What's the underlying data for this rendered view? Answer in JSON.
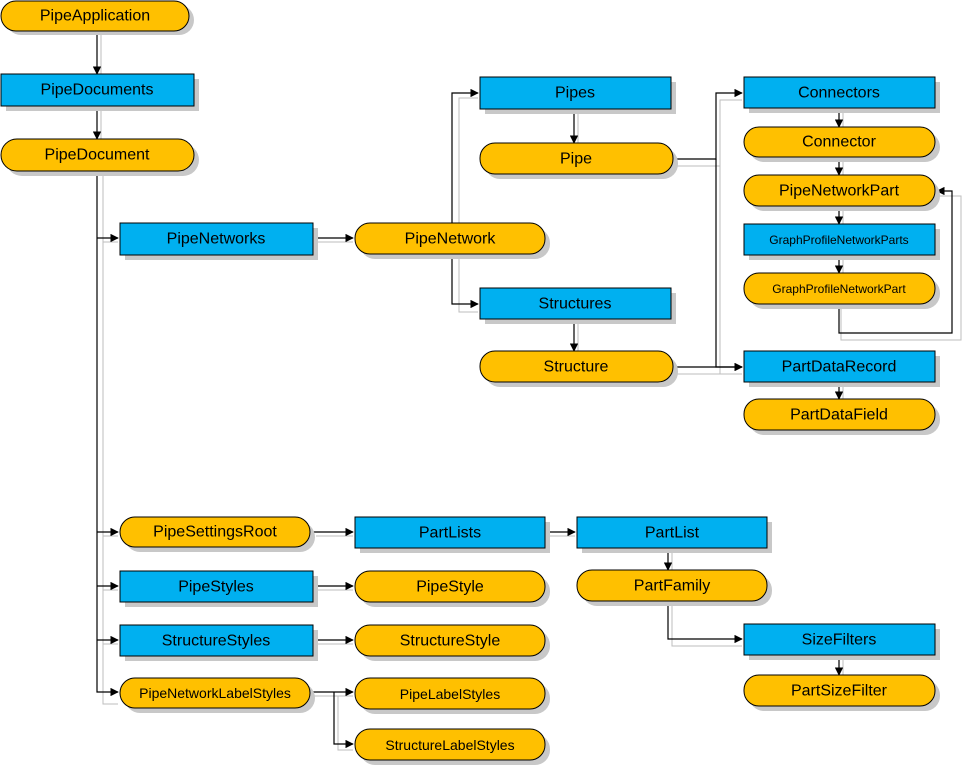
{
  "colors": {
    "collection": "#00b0f0",
    "object": "#ffc000",
    "border": "#000000",
    "shadow": "#c8c8c8",
    "connector": "#000000",
    "connector_shadow": "#bdbdbd"
  },
  "nodes": {
    "pipe_application": "PipeApplication",
    "pipe_documents": "PipeDocuments",
    "pipe_document": "PipeDocument",
    "pipe_networks": "PipeNetworks",
    "pipe_network": "PipeNetwork",
    "pipes": "Pipes",
    "pipe": "Pipe",
    "structures": "Structures",
    "structure": "Structure",
    "connectors": "Connectors",
    "connector": "Connector",
    "pipe_network_part": "PipeNetworkPart",
    "graph_profile_network_parts": "GraphProfileNetworkParts",
    "graph_profile_network_part": "GraphProfileNetworkPart",
    "part_data_record": "PartDataRecord",
    "part_data_field": "PartDataField",
    "pipe_settings_root": "PipeSettingsRoot",
    "part_lists": "PartLists",
    "part_list": "PartList",
    "part_family": "PartFamily",
    "size_filters": "SizeFilters",
    "part_size_filter": "PartSizeFilter",
    "pipe_styles": "PipeStyles",
    "pipe_style": "PipeStyle",
    "structure_styles": "StructureStyles",
    "structure_style": "StructureStyle",
    "pipe_network_label_styles": "PipeNetworkLabelStyles",
    "pipe_label_styles": "PipeLabelStyles",
    "structure_label_styles": "StructureLabelStyles"
  }
}
